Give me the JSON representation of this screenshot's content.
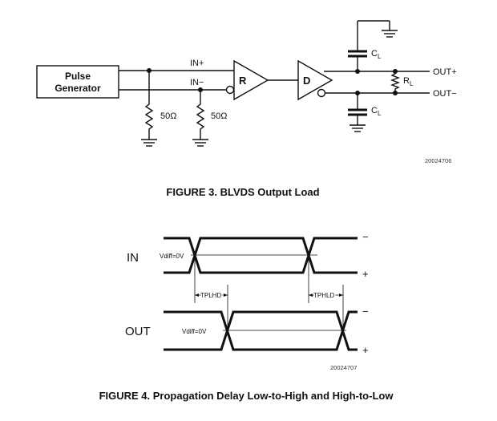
{
  "figure3": {
    "pulse_generator_line1": "Pulse",
    "pulse_generator_line2": "Generator",
    "in_plus": "IN+",
    "in_minus": "IN−",
    "receiver_label": "R",
    "driver_label": "D",
    "resistor1": "50Ω",
    "resistor2": "50Ω",
    "cap_top_main": "C",
    "cap_top_sub": "L",
    "cap_bottom_main": "C",
    "cap_bottom_sub": "L",
    "load_main": "R",
    "load_sub": "L",
    "out_plus": "OUT+",
    "out_minus": "OUT−",
    "ref_code": "20024706",
    "caption": "FIGURE 3. BLVDS Output Load"
  },
  "figure4": {
    "in_label": "IN",
    "out_label": "OUT",
    "vdiff_in": "Vdiff=0V",
    "vdiff_out": "Vdiff=0V",
    "tplhd": "TPLHD",
    "tphld": "TPHLD",
    "minus_top": "−",
    "plus_top": "+",
    "minus_bottom": "−",
    "plus_bottom": "+",
    "ref_code": "20024707",
    "caption": "FIGURE 4. Propagation Delay Low-to-High and High-to-Low"
  }
}
